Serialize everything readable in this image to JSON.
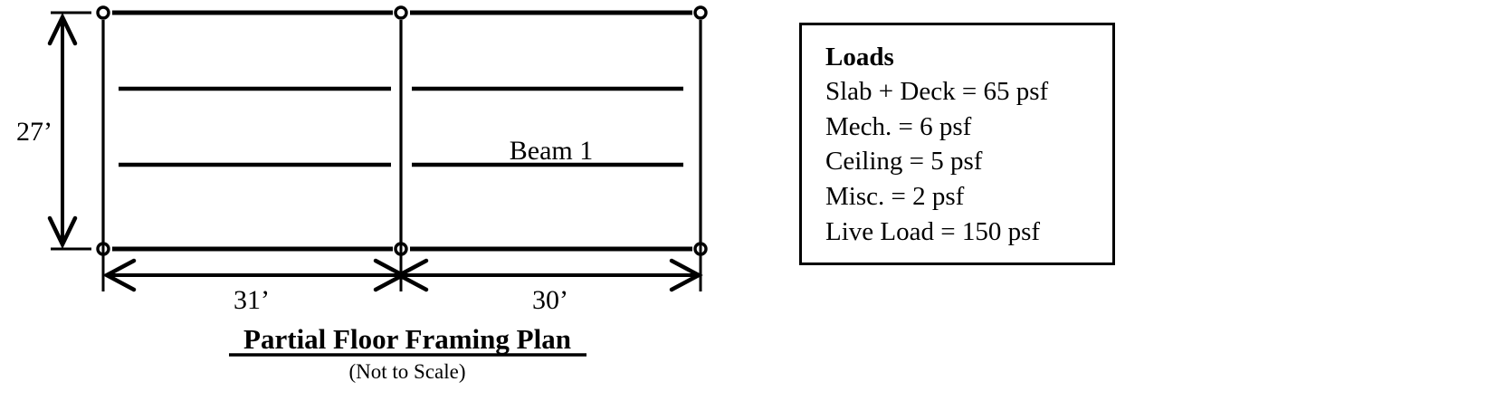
{
  "figure": {
    "title": "Partial Floor Framing Plan",
    "subtitle": "(Not to Scale)"
  },
  "plan": {
    "vertical_dimension": "27’",
    "left_bay_dimension": "31’",
    "right_bay_dimension": "30’",
    "beam_label": "Beam 1",
    "column_count": 6,
    "interior_joists_per_bay": 2,
    "stroke_color": "#000000",
    "background_color": "#ffffff"
  },
  "loads": {
    "heading": "Loads",
    "items": [
      "Slab + Deck = 65 psf",
      "Mech. = 6 psf",
      "Ceiling = 5 psf",
      "Misc. = 2 psf",
      "Live Load = 150 psf"
    ]
  }
}
